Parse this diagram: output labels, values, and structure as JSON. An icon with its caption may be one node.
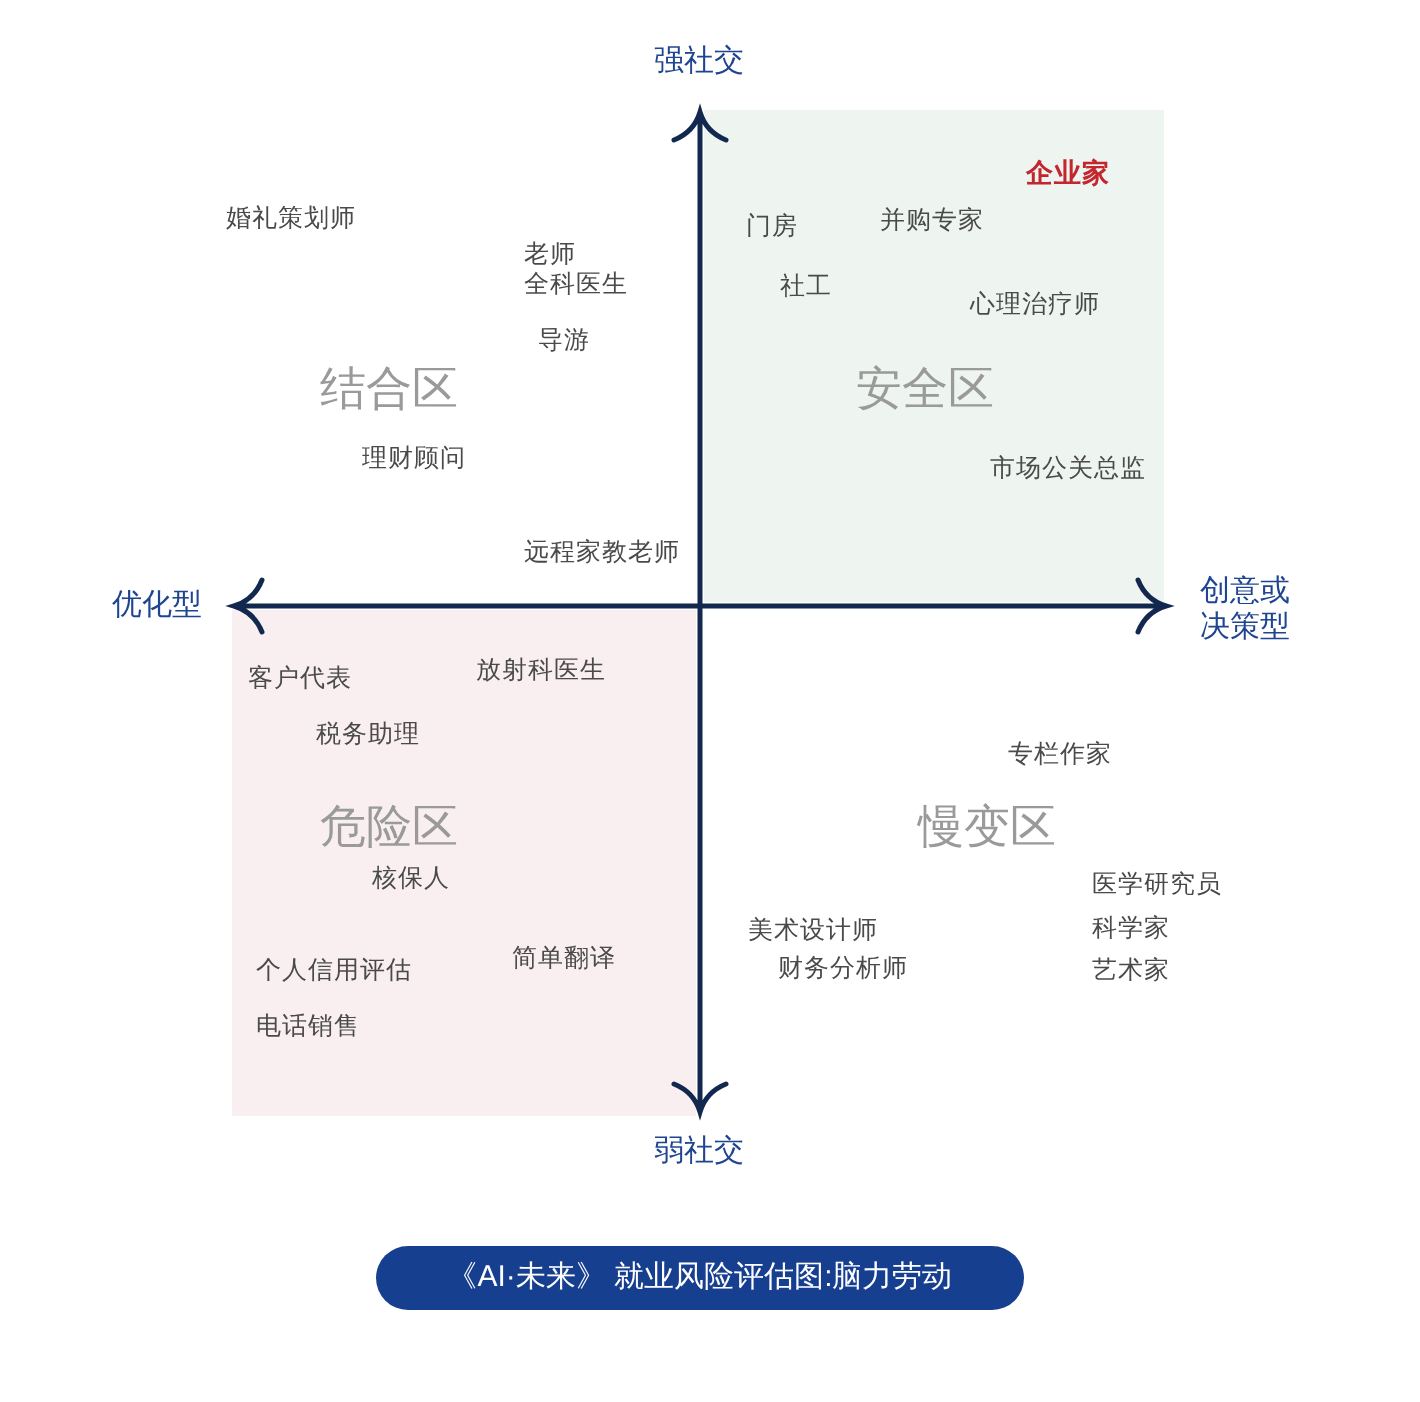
{
  "diagram": {
    "caption": "《AI·未来》 就业风险评估图:脑力劳动",
    "nodes": [
      {
        "text": [
          "企业家",
          "门房",
          "并购专家",
          "社工",
          "心理治疗师",
          "安全区",
          "市场公关总监"
        ]
      },
      {
        "text": [
          "客户代表",
          "放射科医生",
          "税务助理",
          "危险区",
          "核保人",
          "个人信用评估",
          "简单翻译",
          "电话销售"
        ]
      }
    ],
    "labels": [
      "强社交",
      "婚礼策划师",
      "老师",
      "全科医生",
      "导游",
      "结合区",
      "理财顾问",
      "远程家教老师",
      "优化型",
      "创意或决策型",
      "专栏作家",
      "慢变区",
      "医学研究员",
      "美术设计师",
      "科学家",
      "财务分析师",
      "艺术家",
      "弱社交"
    ]
  }
}
